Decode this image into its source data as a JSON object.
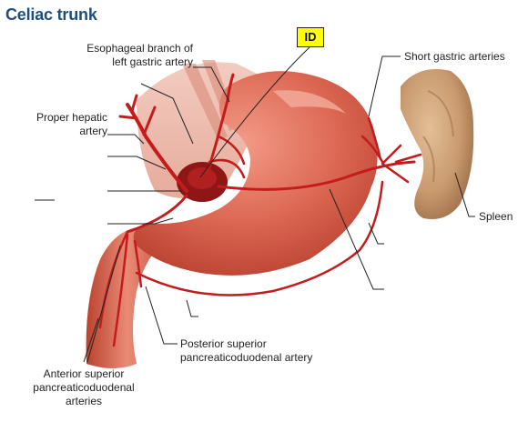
{
  "title": "Celiac trunk",
  "id_box": "ID",
  "labels": {
    "esophageal_line1": "Esophageal branch of",
    "esophageal_line2": "left gastric artery",
    "proper_hepatic_line1": "Proper hepatic",
    "proper_hepatic_line2": "artery",
    "short_gastric": "Short gastric arteries",
    "spleen": "Spleen",
    "posterior_line1": "Posterior superior",
    "posterior_line2": "pancreaticoduodenal artery",
    "anterior_line1": "Anterior superior",
    "anterior_line2": "pancreaticoduodenal",
    "anterior_line3": "arteries"
  },
  "colors": {
    "title": "#1f4e79",
    "artery": "#c41c1c",
    "stomach": "#d4553f",
    "spleen": "#c99a6e",
    "id_box": "#ffff00"
  }
}
